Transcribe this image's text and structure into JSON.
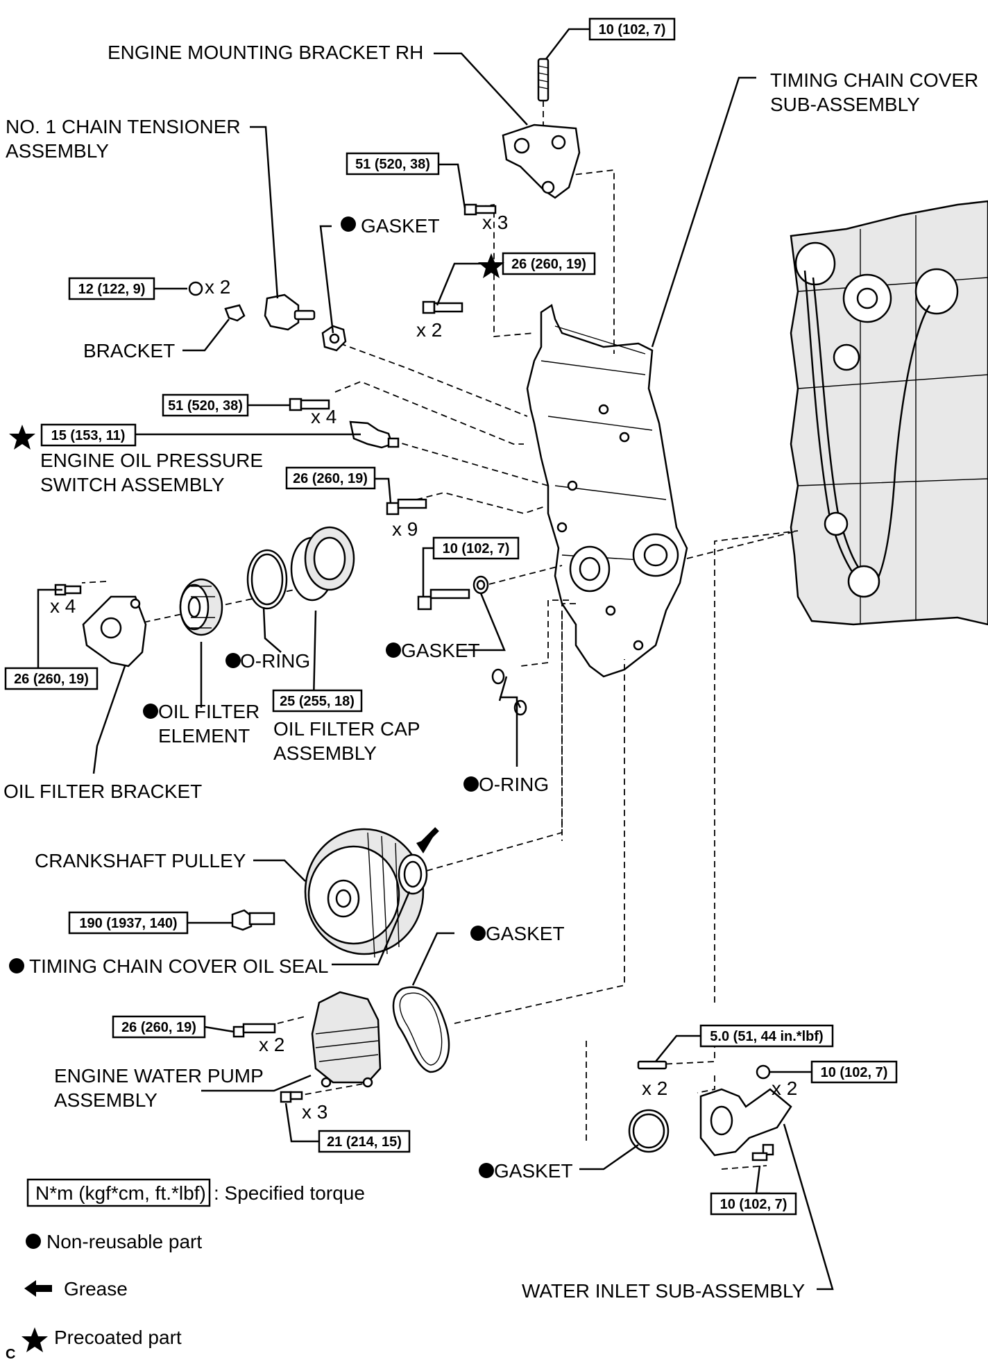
{
  "labels": {
    "engine_mounting_bracket": "ENGINE MOUNTING BRACKET RH",
    "timing_chain_cover_1": "TIMING CHAIN COVER",
    "timing_chain_cover_2": "SUB-ASSEMBLY",
    "chain_tensioner_1": "NO. 1 CHAIN TENSIONER",
    "chain_tensioner_2": "ASSEMBLY",
    "gasket_tensioner": "GASKET",
    "bracket": "BRACKET",
    "oil_pressure_switch_1": "ENGINE OIL PRESSURE",
    "oil_pressure_switch_2": "SWITCH ASSEMBLY",
    "o_ring_filter": "O-RING",
    "gasket_cover": "GASKET",
    "oil_filter_element_1": "OIL FILTER",
    "oil_filter_element_2": "ELEMENT",
    "oil_filter_cap_1": "OIL FILTER CAP",
    "oil_filter_cap_2": "ASSEMBLY",
    "o_ring_cover": "O-RING",
    "oil_filter_bracket": "OIL FILTER BRACKET",
    "crankshaft_pulley": "CRANKSHAFT PULLEY",
    "gasket_pump": "GASKET",
    "oil_seal": "TIMING CHAIN COVER OIL SEAL",
    "water_pump_1": "ENGINE WATER PUMP",
    "water_pump_2": "ASSEMBLY",
    "gasket_inlet": "GASKET",
    "water_inlet": "WATER INLET SUB-ASSEMBLY",
    "corner_letter": "C"
  },
  "torques": {
    "t_stud": "10 (102, 7)",
    "t_mount": "51 (520, 38)",
    "t_nut_bracket": "12 (122, 9)",
    "t_precoat_26": "26 (260, 19)",
    "t_cover_51": "51 (520, 38)",
    "t_switch": "15 (153, 11)",
    "t_cover_26": "26 (260, 19)",
    "t_cover_10": "10 (102, 7)",
    "t_filter_bracket": "26 (260, 19)",
    "t_filter_cap": "25 (255, 18)",
    "t_pulley": "190 (1937, 140)",
    "t_pump_26": "26 (260, 19)",
    "t_pump_21": "21 (214, 15)",
    "t_inlet_stud": "5.0 (51, 44 in.*lbf)",
    "t_inlet_nut": "10 (102, 7)",
    "t_inlet_bolt": "10 (102, 7)"
  },
  "counts": {
    "c_mount": "x 3",
    "c_bracket_nut": "x 2",
    "c_precoat": "x 2",
    "c_cover_51": "x 4",
    "c_cover_26": "x 9",
    "c_filter_bracket": "x 4",
    "c_pump_26": "x 2",
    "c_pump_21": "x 3",
    "c_inlet_stud": "x 2",
    "c_inlet_nut": "x 2"
  },
  "legend": {
    "torque_box": "N*m (kgf*cm, ft.*lbf)",
    "torque_text": ": Specified torque",
    "non_reusable": "Non-reusable part",
    "grease": "Grease",
    "precoated": "Precoated part"
  }
}
